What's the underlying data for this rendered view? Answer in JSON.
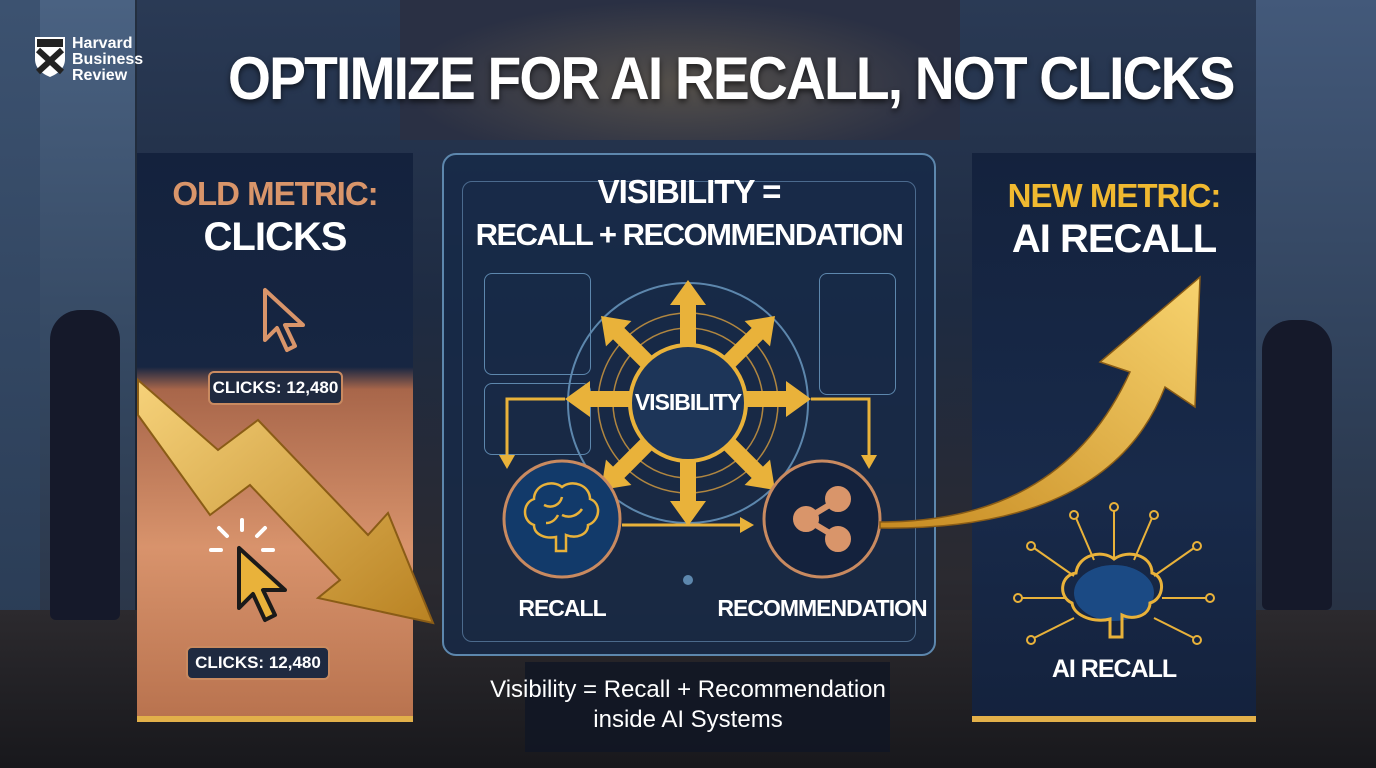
{
  "brand": {
    "logo_lines": [
      "Harvard",
      "Business",
      "Review"
    ]
  },
  "title": "OPTIMIZE FOR AI RECALL, NOT CLICKS",
  "left_panel": {
    "kicker": "OLD METRIC:",
    "heading": "CLICKS",
    "badge_top": "CLICKS: 12,480",
    "badge_bottom": "CLICKS: 12,480",
    "kicker_color": "#d9956a"
  },
  "center_panel": {
    "title_line1": "VISIBILITY =",
    "title_line2": "RECALL + RECOMMENDATION",
    "hub_label": "VISIBILITY",
    "node_left": "RECALL",
    "node_right": "RECOMMENDATION"
  },
  "caption": {
    "line1": "Visibility = Recall + Recommendation",
    "line2": "inside AI Systems"
  },
  "right_panel": {
    "kicker": "NEW METRIC:",
    "heading": "AI RECALL",
    "label": "AI RECALL",
    "kicker_color": "#f0b930"
  },
  "colors": {
    "navy": "#14223d",
    "gold": "#e9b23a",
    "copper": "#c98a60"
  }
}
